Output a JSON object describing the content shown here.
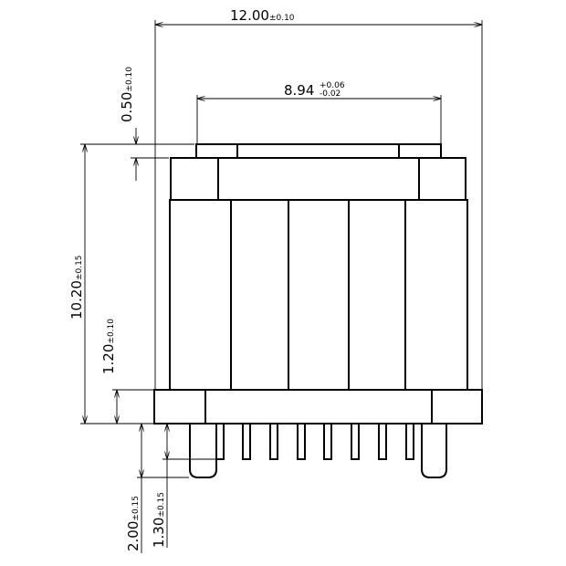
{
  "dimensions": {
    "overall_width": {
      "value": "12.00",
      "tolerance": "±0.10"
    },
    "cap_width": {
      "value": "8.94",
      "tol_plus": "+0.06",
      "tol_minus": "-0.02"
    },
    "cap_height": {
      "value": "0.50",
      "tolerance": "±0.10"
    },
    "overall_height": {
      "value": "10.20",
      "tolerance": "±0.15"
    },
    "base_height": {
      "value": "1.20",
      "tolerance": "±0.10"
    },
    "long_pin_length": {
      "value": "2.00",
      "tolerance": "±0.15"
    },
    "short_pin_length": {
      "value": "1.30",
      "tolerance": "±0.15"
    }
  },
  "colors": {
    "line": "#000000",
    "background": "#ffffff"
  }
}
